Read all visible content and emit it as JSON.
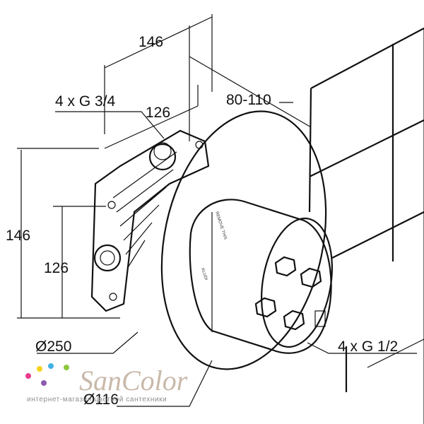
{
  "dimensions": {
    "top_width": "146",
    "thread_large": "4 x G 3/4",
    "inner_width": "126",
    "wall_depth": "80-110",
    "left_height": "146",
    "left_inner_height": "126",
    "diameter_rosette": "Ø250",
    "thread_small": "4 x G 1/2",
    "diameter_body": "Ø116"
  },
  "body_marks": {
    "label_a": "REMOVE THIS",
    "label_b": "KLUDI"
  },
  "watermark": {
    "brand": "SanColor",
    "tagline": "интернет-магазин цветной сантехники",
    "dot_colors": [
      "#e83b8e",
      "#f6d21b",
      "#3fb0e6",
      "#8e5bb0",
      "#8cc63e"
    ]
  }
}
